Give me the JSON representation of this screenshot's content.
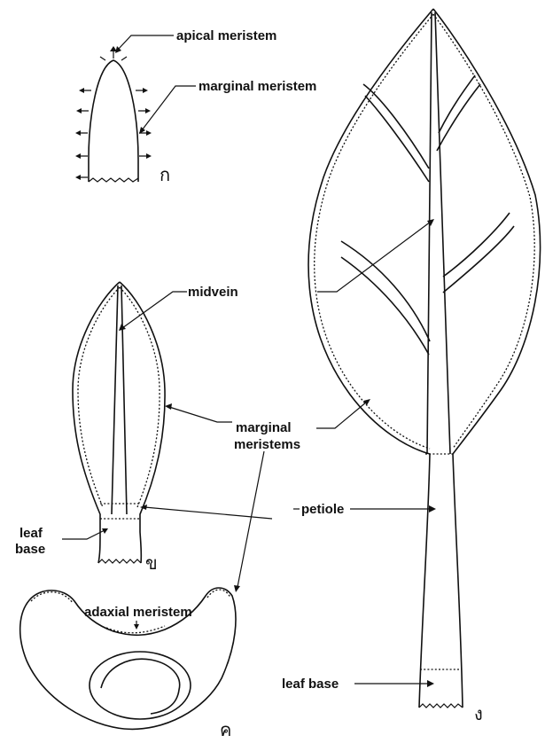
{
  "labels": {
    "apical_meristem": "apical meristem",
    "marginal_meristem": "marginal meristem",
    "midvein": "midvein",
    "marginal_meristems_line1": "marginal",
    "marginal_meristems_line2": "meristems",
    "leaf_base_left_line1": "leaf",
    "leaf_base_left_line2": "base",
    "adaxial_meristem": "adaxial meristem",
    "petiole": "petiole",
    "leaf_base_right": "leaf base"
  },
  "panel_marks": {
    "a": "ก",
    "b": "ข",
    "c": "ค",
    "d": "ง"
  }
}
